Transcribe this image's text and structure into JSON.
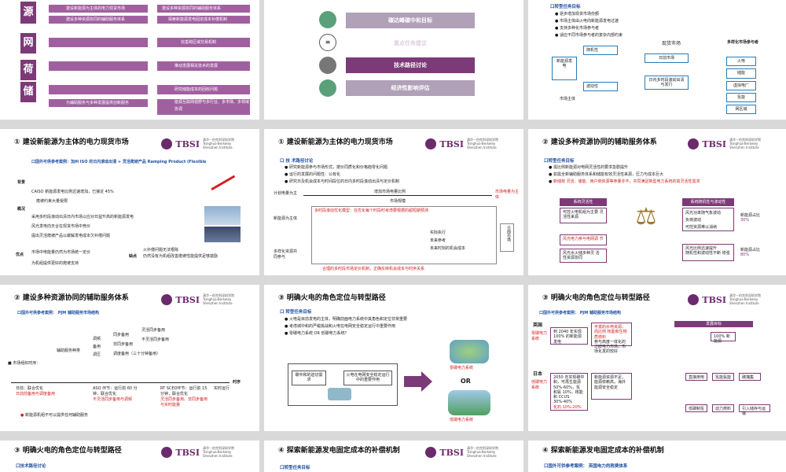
{
  "s1": {
    "tags": [
      "源",
      "网",
      "荷",
      "储"
    ],
    "rows": [
      {
        "n": "①",
        "t": "建设新能源为主体的电力现货市场"
      },
      {
        "n": "③",
        "t": "建设多种资源协同的辅助服务体系"
      },
      {
        "n": "④",
        "t": "探索新能源发电固定成本补偿机制"
      },
      {
        "n": "⑥",
        "t": "完善跨区域交易机制"
      },
      {
        "n": "⑦",
        "t": "推动发展相关技术的发展"
      },
      {
        "n": "⑧",
        "t": "研究储能成本的回收问题"
      },
      {
        "n": "⑨",
        "t": "为辅助服务与多种发展提供创新服务"
      },
      {
        "n": "⑫",
        "t": "能源互联网视野与多行业、多市场、多领域协调"
      }
    ]
  },
  "s2": {
    "items": [
      "碳达峰碳中和目标",
      "重点任务建议",
      "技术路径讨论",
      "经济性影响评估"
    ]
  },
  "s3": {
    "subtitle": "口转型任务目标",
    "bullets": [
      "逐步增加现货市场份额",
      "市场主体由火电向新能源发电过渡",
      "支持多种化市场参与者",
      "适应不同市场参与者的复杂内部约束"
    ],
    "spot_market": "现货市场",
    "participants_title": "多样化市场参与者",
    "left_box": "新能源发电",
    "random": "随机性",
    "volatility": "波动性",
    "market_agent": "市场主体",
    "dayahead": "日前市场",
    "intraday": "日内多时段滚动出清与发行",
    "participants": [
      "火电",
      "储能",
      "虚拟电厂",
      "氢能",
      "网区域"
    ]
  },
  "s4": {
    "title": "① 建设新能源为主体的电力现货市场",
    "case": "口国外可供参考案例：加州 ISO 的日内滚动出清 + 灵活爬坡产品 Ramping Product (Flexible",
    "bg_label": "背景",
    "bg_text": "CAISO 新能源发电比例迅速增加，已接近 45%",
    "bg_text2": "爬坡约束大量受限",
    "overview_label": "概况",
    "overview": [
      "采用多时段滚动出清日内市场以应对日益升高的新能源发电",
      "风光发电向天合在现货市场中竞价",
      "提出灵活爬坡产品以缓解发电成本欠补偿问题"
    ],
    "pros_label": "优点",
    "pros": [
      "市场中电能量仍然为市场统一定价",
      "为机组提供更好的爬坡支持"
    ],
    "cons_label": "缺点",
    "cons": [
      "火补偿问题无法根除",
      "仍然没有为机组改善爬坡性能提供足够激励"
    ]
  },
  "s5": {
    "title": "① 建设新能源为主体的电力现货市场",
    "subtitle": "口 技 术路径讨论",
    "bullets": [
      "研究新能源参与市场形式，按价同质化和价格趋零化问题",
      "运行的发展的问题性：公有化",
      "研究日及机会成本与时间段位的日内多时段滚动出清与定价机制"
    ],
    "plan": "计划电量为主",
    "increase": "增加市场电量比例",
    "market_main": "市场电量为主体",
    "market_scale": "市场规模",
    "ne_main": "新能源为主体",
    "multi": "多样化资源共同参与",
    "model": "多时段滚动优化模型：在优化每个时段时考虑要根据的超短期预测",
    "legend": [
      "实际执行",
      "未来参考",
      "未来时刻的机会成本"
    ],
    "bottom": "合理的多时段市场定价机制，正确反映机会成本与时序关系",
    "right_label": "日前市场"
  },
  "s6": {
    "title": "② 建设多种资源协同的辅助服务体系",
    "subtitle": "口转型任务目标",
    "bullets": [
      "需比例新能源对电网灵活性的要求急剧提升",
      "如需全新辅助服务体系和储能有效灵活性来源，压力与成本巨大",
      "新储荷 灵活、储能、用户侧资源等参量亦不，共同满足新型电力系统的高灵活性需求"
    ],
    "left_title": "系统灵活性",
    "left_items": [
      "可控火电机组为主要 灵活性来源",
      "风光电力参与电网调 节",
      "风光水火储多种灵 活 性资源协同"
    ],
    "right_title": "系统随机性与波动性",
    "right_items": [
      "风光功率随气象波动",
      "负荷波动",
      "可控资源难以消纳",
      "风光比例迅速提升",
      "随机性和波动性不断 增强"
    ],
    "ne_ratio_1": "新能源占比",
    "ne_val_1": "30%",
    "ne_ratio_2": "新能源占比",
    "ne_val_2": "80%"
  },
  "s7": {
    "title": "② 建设多种资源协同的辅助服务体系",
    "case": "口国外可供参考案例： PJM 辅助服务市场结构",
    "root": "辅助服务种类",
    "mid": [
      "调频",
      "备用",
      "调压"
    ],
    "leaves": [
      "同步备用",
      "非同步备用",
      "调度备用（三十分钟备用）"
    ],
    "leaves2": [
      "灵活同步备用",
      "不灵活同步备用"
    ],
    "timeline_label": "■ 市场组织时序：",
    "t1": "日前：联合优化",
    "t1b": "日前前备用与调度备用",
    "t2": "ASO 环节：运行前 60 分钟，联合优化",
    "t2b": "不灵活同步备用与调频",
    "t3": "RT SCED环节：运行前 15 分钟，联合优化",
    "t3b": "灵活同步备用、非同步备用与实时能量",
    "t4": "实时运行",
    "time": "时序",
    "note": "新能源机组不可以提供任何辅助服务"
  },
  "s8": {
    "title": "③ 明确火电的角色定位与转型路径",
    "subtitle": "口 转型任务目标",
    "bullets": [
      "火电是目前发电的主体，明确前面电力系统中其角色和定位非常重要",
      "考虑城中和的严峻挑战和火电在电网安全稳定运行中重要作用",
      "零碳电力系统 OR 低碳电力系统？"
    ],
    "left1": "碳中和的迫切需求",
    "left2": "火电在电网安全稳定运行中的重要作用",
    "or": "OR",
    "zero": "零碳电力系统",
    "low": "低碳电力系统"
  },
  "s9": {
    "title": "③ 明确火电的角色定位与转型路径",
    "case": "口国外可供参考案例： PJM 辅助服务市场结构",
    "uk": "英国",
    "uk_goal": "零碳电力系统",
    "uk_items": [
      "到 2040 年实现100% 的新能源发电",
      "丰富的水电资源，而比例 核能和生物质燃料",
      "参与高度一体化的泛欧电力市场，市场化发的较好"
    ],
    "jp": "日本",
    "jp_goal": "低碳电力系统",
    "jp_items": [
      "2050 年实现碳中和，可再生能源 50%-60%，氢 和氨 10%，核能和 CCUS 30%-40%",
      "化石 10%-20%",
      "新能源资源不足，能源依赖高，海外能源安全稳定"
    ],
    "diagram_title": "发展目标",
    "boxes": [
      "100% 新能源",
      "直接用电",
      "氢能氨能",
      "碳捕集",
      "低碳制氢",
      "动力燃料",
      "引入储存与运输"
    ]
  },
  "s10": {
    "title": "③ 明确火电的角色定位与转型路径",
    "subtitle": "口技术路径讨论"
  },
  "s11": {
    "title": "④ 探索新能源发电固定成本的补偿机制",
    "subtitle": "口转型任务目标"
  },
  "s12": {
    "title": "④ 探索新能源发电固定成本的补偿机制",
    "subtitle": "口国外可供参考案例： 英国电力的税费体系"
  },
  "logo": {
    "name": "TBSI",
    "sub": "清华－伯克利深圳学院 Tsinghua-Berkeley Shenzhen Institute"
  }
}
